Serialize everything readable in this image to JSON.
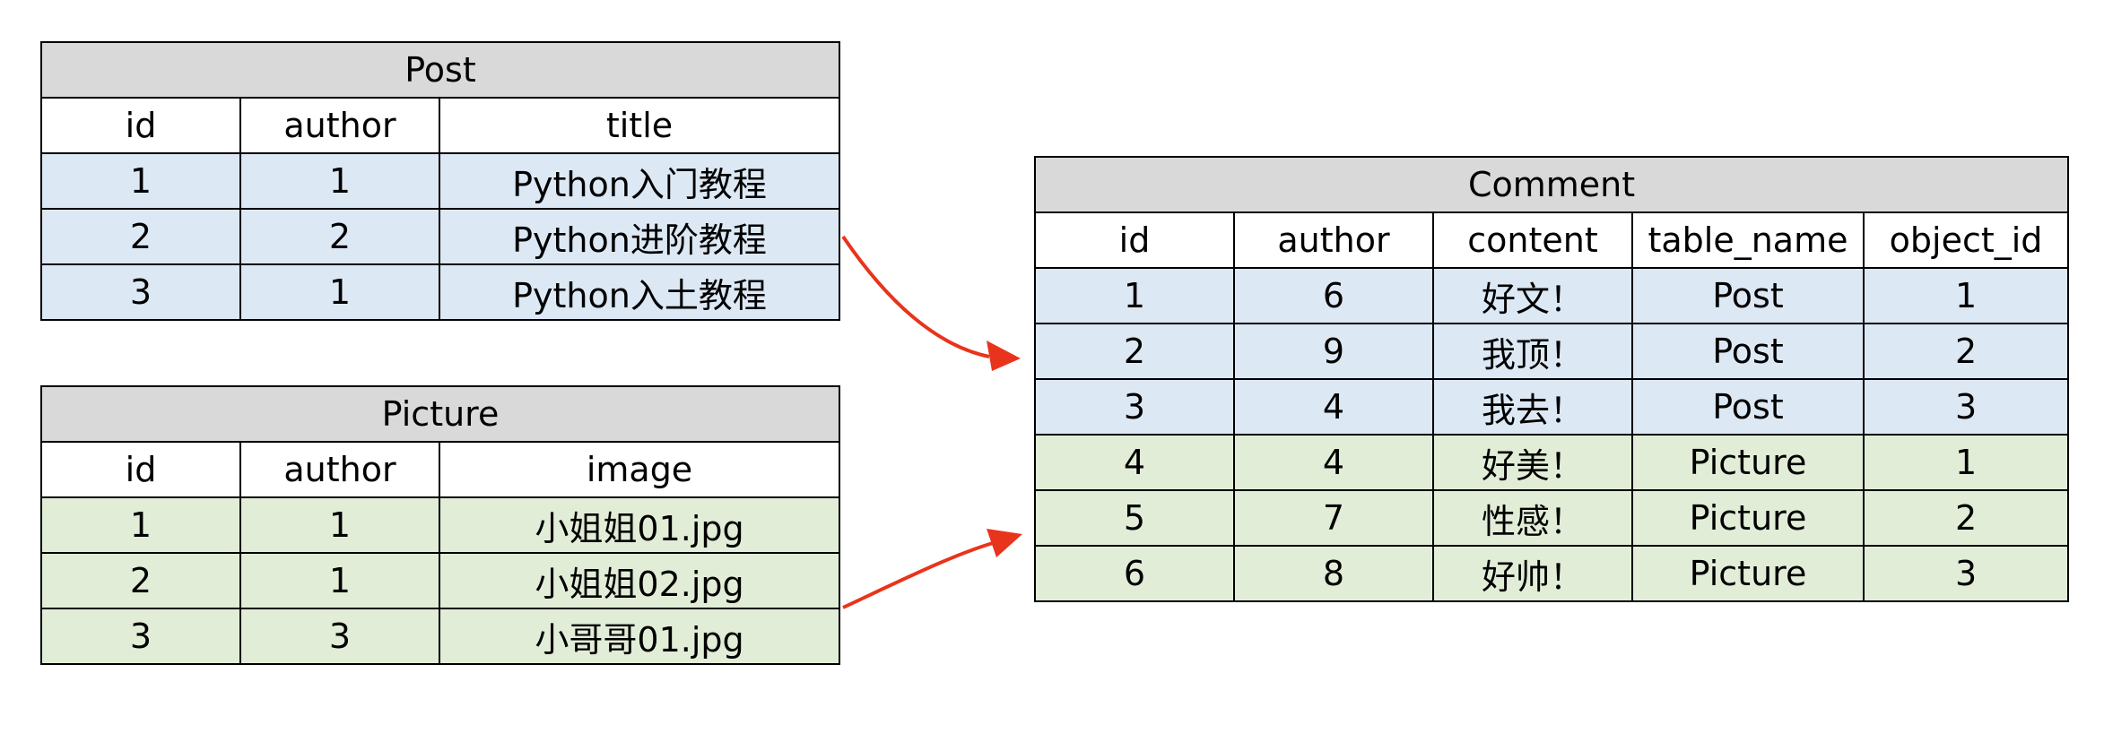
{
  "post": {
    "title": "Post",
    "columns": [
      "id",
      "author",
      "title"
    ],
    "rows": [
      [
        "1",
        "1",
        "Python入门教程"
      ],
      [
        "2",
        "2",
        "Python进阶教程"
      ],
      [
        "3",
        "1",
        "Python入土教程"
      ]
    ]
  },
  "picture": {
    "title": "Picture",
    "columns": [
      "id",
      "author",
      "image"
    ],
    "rows": [
      [
        "1",
        "1",
        "小姐姐01.jpg"
      ],
      [
        "2",
        "1",
        "小姐姐02.jpg"
      ],
      [
        "3",
        "3",
        "小哥哥01.jpg"
      ]
    ]
  },
  "comment": {
    "title": "Comment",
    "columns": [
      "id",
      "author",
      "content",
      "table_name",
      "object_id"
    ],
    "rows": [
      [
        "1",
        "6",
        "好文！",
        "Post",
        "1"
      ],
      [
        "2",
        "9",
        "我顶！",
        "Post",
        "2"
      ],
      [
        "3",
        "4",
        "我去！",
        "Post",
        "3"
      ],
      [
        "4",
        "4",
        "好美！",
        "Picture",
        "1"
      ],
      [
        "5",
        "7",
        "性感！",
        "Picture",
        "2"
      ],
      [
        "6",
        "8",
        "好帅！",
        "Picture",
        "3"
      ]
    ]
  },
  "colors": {
    "header_gray": "#d9d9d9",
    "post_row_blue": "#dde8f5",
    "picture_row_green": "#e2edd8",
    "arrow_red": "#e8341c"
  }
}
